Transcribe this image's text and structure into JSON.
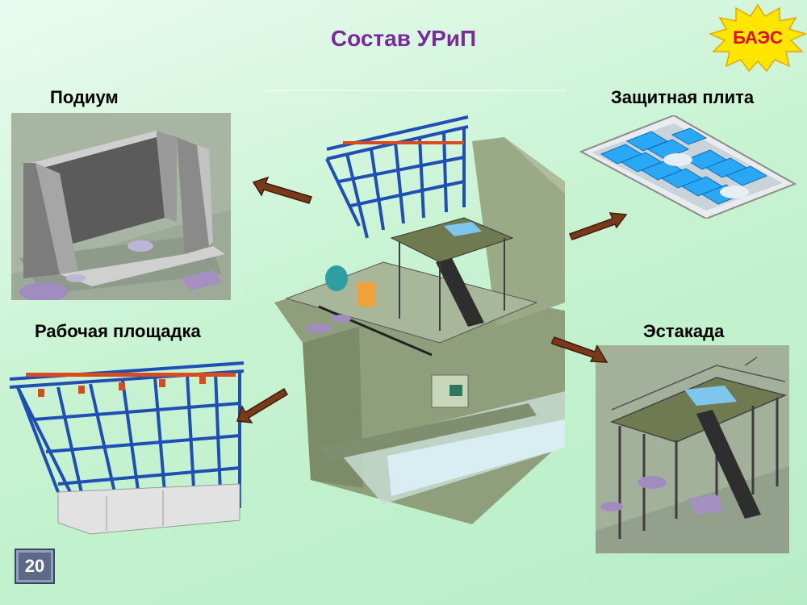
{
  "slide": {
    "title": "Состав УРиП",
    "logo_text": "БАЭС",
    "page_number": "20"
  },
  "labels": {
    "podium": "Подиум",
    "protective_plate": "Защитная плита",
    "work_platform": "Рабочая площадка",
    "trestle": "Эстакада"
  },
  "colors": {
    "title": "#7a2a9c",
    "background": "#c8f3d2",
    "arrow": "#7a3a1a",
    "logo_star": "#ffe600",
    "logo_text": "#e0101a",
    "steel_frame": "#1f4fb5",
    "plate_tiles": "#2aa7f5"
  }
}
